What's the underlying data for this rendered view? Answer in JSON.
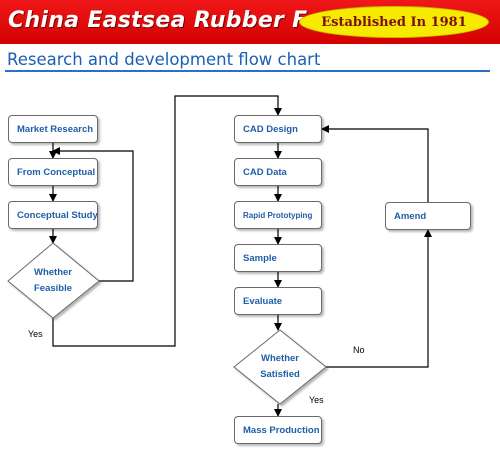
{
  "header": {
    "brand": "China Eastsea Rubber Factory",
    "established": "Established In 1981"
  },
  "page_title": "Research and development flow chart",
  "flowchart": {
    "nodes": {
      "market_research": "Market Research",
      "from_conceptual": "From Conceptual",
      "conceptual_study": "Conceptual Study",
      "whether_feasible_1": "Whether",
      "whether_feasible_2": "Feasible",
      "cad_design": "CAD Design",
      "cad_data": "CAD Data",
      "rapid_prototyping": "Rapid Prototyping",
      "sample": "Sample",
      "evaluate": "Evaluate",
      "whether_satisfied_1": "Whether",
      "whether_satisfied_2": "Satisfied",
      "mass_production": "Mass Production",
      "amend": "Amend"
    },
    "edge_labels": {
      "feasible_yes": "Yes",
      "satisfied_no": "No",
      "satisfied_yes": "Yes"
    }
  },
  "colors": {
    "banner": "#e00000",
    "badge": "#f6ea00",
    "title": "#1a5fb4",
    "node_text": "#1f5ea8"
  }
}
